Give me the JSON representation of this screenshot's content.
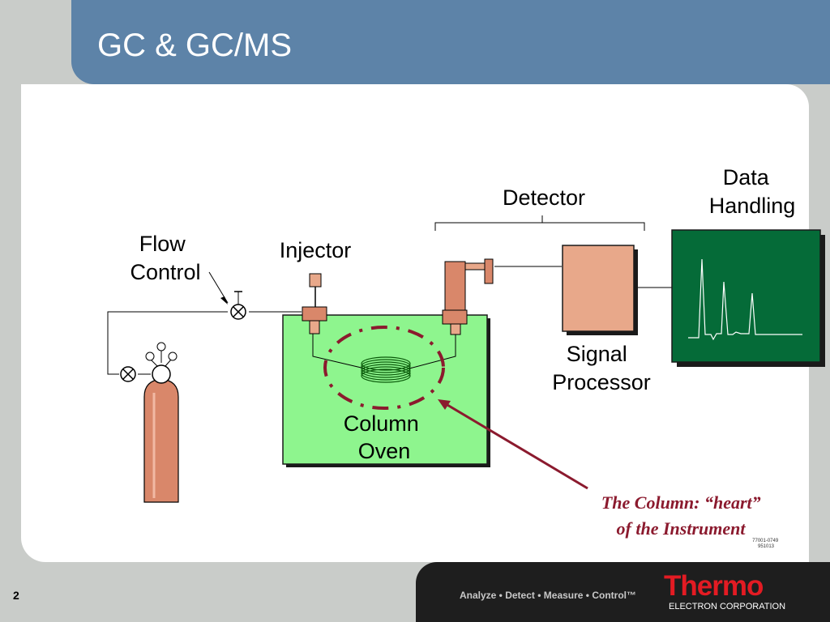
{
  "slide": {
    "title": "GC & GC/MS",
    "page_number": "2"
  },
  "diagram": {
    "flow_control": [
      "Flow",
      "Control"
    ],
    "injector": "Injector",
    "detector": "Detector",
    "data_handling": [
      "Data",
      "Handling"
    ],
    "signal_processor": [
      "Signal",
      "Processor"
    ],
    "column_oven": [
      "Column",
      "Oven"
    ],
    "callout": [
      "The Column: “heart”",
      "of the Instrument"
    ],
    "code": [
      "77001-0749",
      "951013"
    ]
  },
  "footer": {
    "tagline": "Analyze • Detect • Measure • Control™",
    "brand": "Thermo",
    "brand_sub": "ELECTRON CORPORATION"
  },
  "colors": {
    "header": "#5d83a8",
    "oven": "#8ef58e",
    "cylinder": "#d9876a",
    "signal_box": "#e8a88a",
    "data_screen": "#056b38",
    "callout": "#8b1a2e"
  }
}
